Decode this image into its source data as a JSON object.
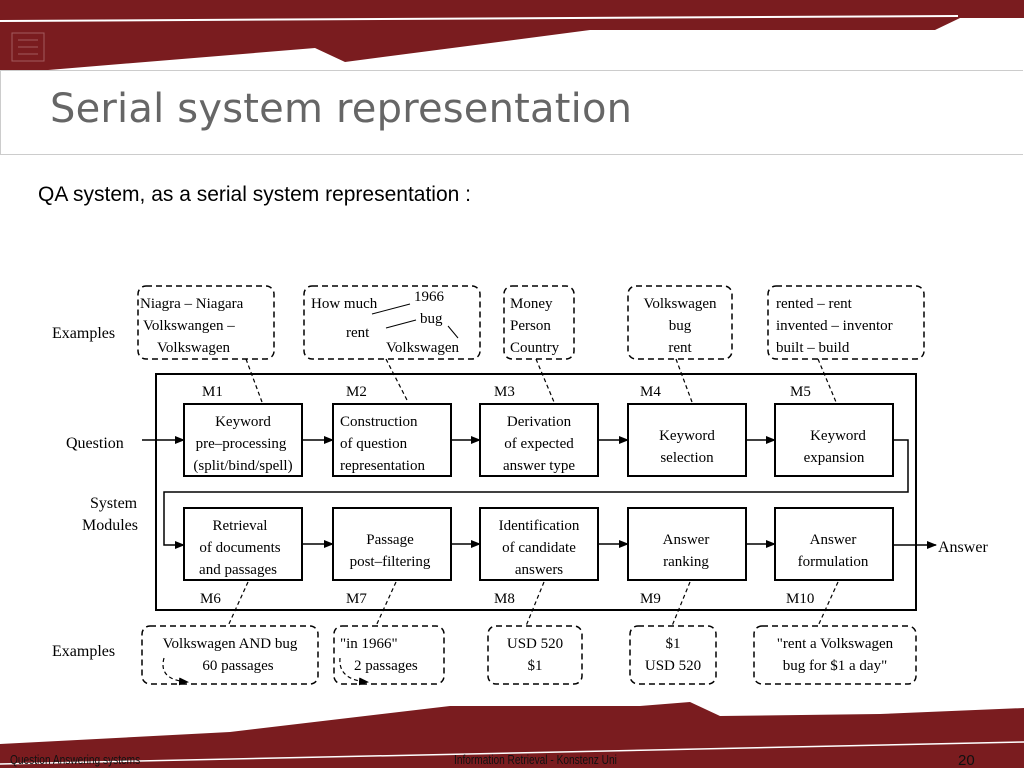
{
  "slide": {
    "title": "Serial system representation",
    "subtitle": "QA system,  as a serial system representation :"
  },
  "diagram": {
    "row_labels": {
      "examples_top": "Examples",
      "question": "Question",
      "system": "System",
      "modules": "Modules",
      "examples_bottom": "Examples",
      "answer": "Answer"
    },
    "top_examples": [
      {
        "lines": [
          "Niagra – Niagara",
          "Volkswangen –",
          "Volkswagen"
        ]
      },
      {
        "lines": [
          "How much",
          "rent",
          "1966",
          "bug",
          "Volkswagen"
        ]
      },
      {
        "lines": [
          "Money",
          "Person",
          "Country"
        ]
      },
      {
        "lines": [
          "Volkswagen",
          "bug",
          "rent"
        ]
      },
      {
        "lines": [
          "rented – rent",
          "invented – inventor",
          "built – build"
        ]
      }
    ],
    "top_modules": [
      {
        "id": "M1",
        "lines": [
          "Keyword",
          "pre–processing",
          "(split/bind/spell)"
        ]
      },
      {
        "id": "M2",
        "lines": [
          "Construction",
          "of question",
          "representation"
        ]
      },
      {
        "id": "M3",
        "lines": [
          "Derivation",
          "of expected",
          "answer type"
        ]
      },
      {
        "id": "M4",
        "lines": [
          "Keyword",
          "selection"
        ]
      },
      {
        "id": "M5",
        "lines": [
          "Keyword",
          "expansion"
        ]
      }
    ],
    "bottom_modules": [
      {
        "id": "M6",
        "lines": [
          "Retrieval",
          "of documents",
          "and passages"
        ]
      },
      {
        "id": "M7",
        "lines": [
          "Passage",
          "post–filtering"
        ]
      },
      {
        "id": "M8",
        "lines": [
          "Identification",
          "of candidate",
          "answers"
        ]
      },
      {
        "id": "M9",
        "lines": [
          "Answer",
          "ranking"
        ]
      },
      {
        "id": "M10",
        "lines": [
          "Answer",
          "formulation"
        ]
      }
    ],
    "bottom_examples": [
      {
        "lines": [
          "Volkswagen AND bug",
          "60 passages"
        ]
      },
      {
        "lines": [
          "\"in 1966\"",
          "2 passages"
        ]
      },
      {
        "lines": [
          "USD 520",
          "$1"
        ]
      },
      {
        "lines": [
          "$1",
          "USD 520"
        ]
      },
      {
        "lines": [
          "\"rent a Volkswagen",
          "bug for $1 a day\""
        ]
      }
    ]
  },
  "footer": {
    "left": "Question Answering systems",
    "center": "Information Retrieval -  Konstenz Uni",
    "page": "20"
  },
  "colors": {
    "brand_red": "#7a1c1f",
    "title_gray": "#666666"
  }
}
